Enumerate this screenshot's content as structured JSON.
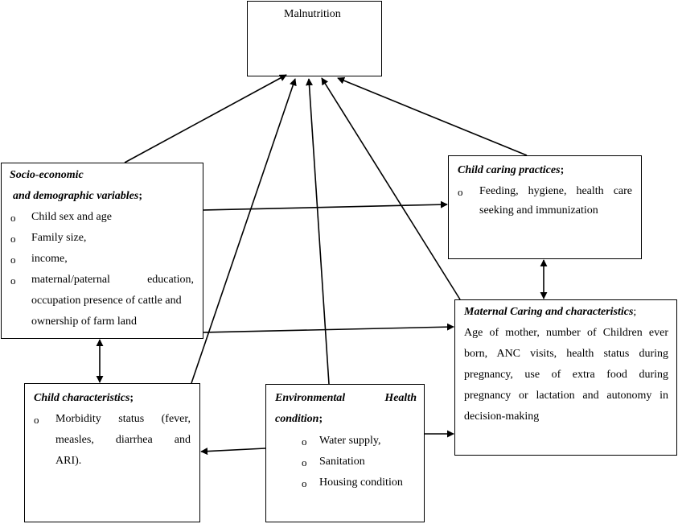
{
  "malnutrition": {
    "label": "Malnutrition"
  },
  "socio": {
    "title_line1": "Socio-economic",
    "title_line2": "and demographic variables",
    "title_suffix": ";",
    "bullet": "o",
    "items": [
      "Child sex and age",
      "Family size,",
      "income,",
      "maternal/paternal education,",
      "occupation presence of cattle and",
      "ownership of farm land"
    ]
  },
  "child_caring": {
    "title": "Child caring practices",
    "title_suffix": ";",
    "bullet": "o",
    "lines": [
      "Feeding, hygiene, health care",
      "seeking and immunization"
    ]
  },
  "maternal": {
    "title": "Maternal Caring and characteristics",
    "title_suffix": ";",
    "lines": [
      "Age of mother, number of Children ever",
      "born, ANC visits, health status during",
      "pregnancy, use of extra food during",
      "pregnancy or lactation and autonomy in",
      "decision-making"
    ]
  },
  "child_char": {
    "title": "Child characteristics",
    "title_suffix": ";",
    "bullet": "o",
    "lines": [
      "Morbidity status (fever,",
      "measles, diarrhea and",
      "ARI)."
    ]
  },
  "environment": {
    "title_line1": "Environmental Health",
    "title_line2": "condition",
    "title_suffix": ";",
    "bullet": "o",
    "items": [
      "Water supply,",
      "Sanitation",
      "Housing condition"
    ]
  }
}
